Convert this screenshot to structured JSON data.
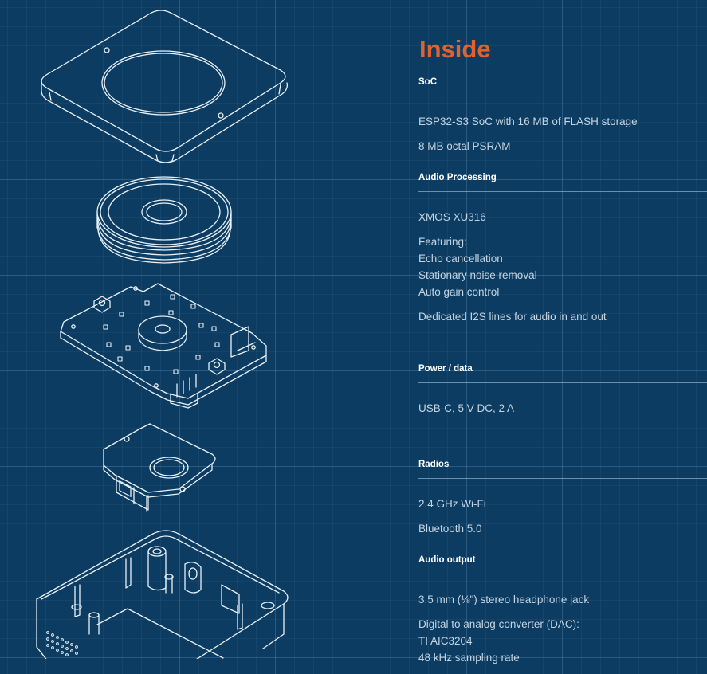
{
  "inside": {
    "title": "Inside",
    "sections": [
      {
        "heading": "SoC",
        "paragraphs": [
          [
            "ESP32-S3 SoC with 16 MB of FLASH storage"
          ],
          [
            "8 MB octal PSRAM"
          ]
        ]
      },
      {
        "heading": "Audio Processing",
        "paragraphs": [
          [
            "XMOS XU316"
          ],
          [
            "Featuring:",
            "Echo cancellation",
            "Stationary noise removal",
            "Auto gain control"
          ],
          [
            "Dedicated I2S lines for audio in and out"
          ]
        ]
      },
      {
        "heading": "Power / data",
        "paragraphs": [
          [
            "USB-C, 5 V DC, 2 A"
          ]
        ]
      },
      {
        "heading": "Radios",
        "paragraphs": [
          [
            "2.4 GHz Wi-Fi"
          ],
          [
            "Bluetooth 5.0"
          ]
        ]
      },
      {
        "heading": "Audio output",
        "paragraphs": [
          [
            "3.5 mm (⅛\") stereo headphone jack"
          ],
          [
            "Digital to analog converter (DAC):",
            "TI AIC3204",
            "48 kHz sampling rate"
          ]
        ]
      }
    ]
  },
  "colors": {
    "background": "#0c3c62",
    "accent": "#e0622f",
    "heading": "#ffffff",
    "text": "#c4d3e0",
    "linework": "#e9f1f8"
  },
  "illustration": {
    "icon": "exploded-device-diagram-icon"
  }
}
